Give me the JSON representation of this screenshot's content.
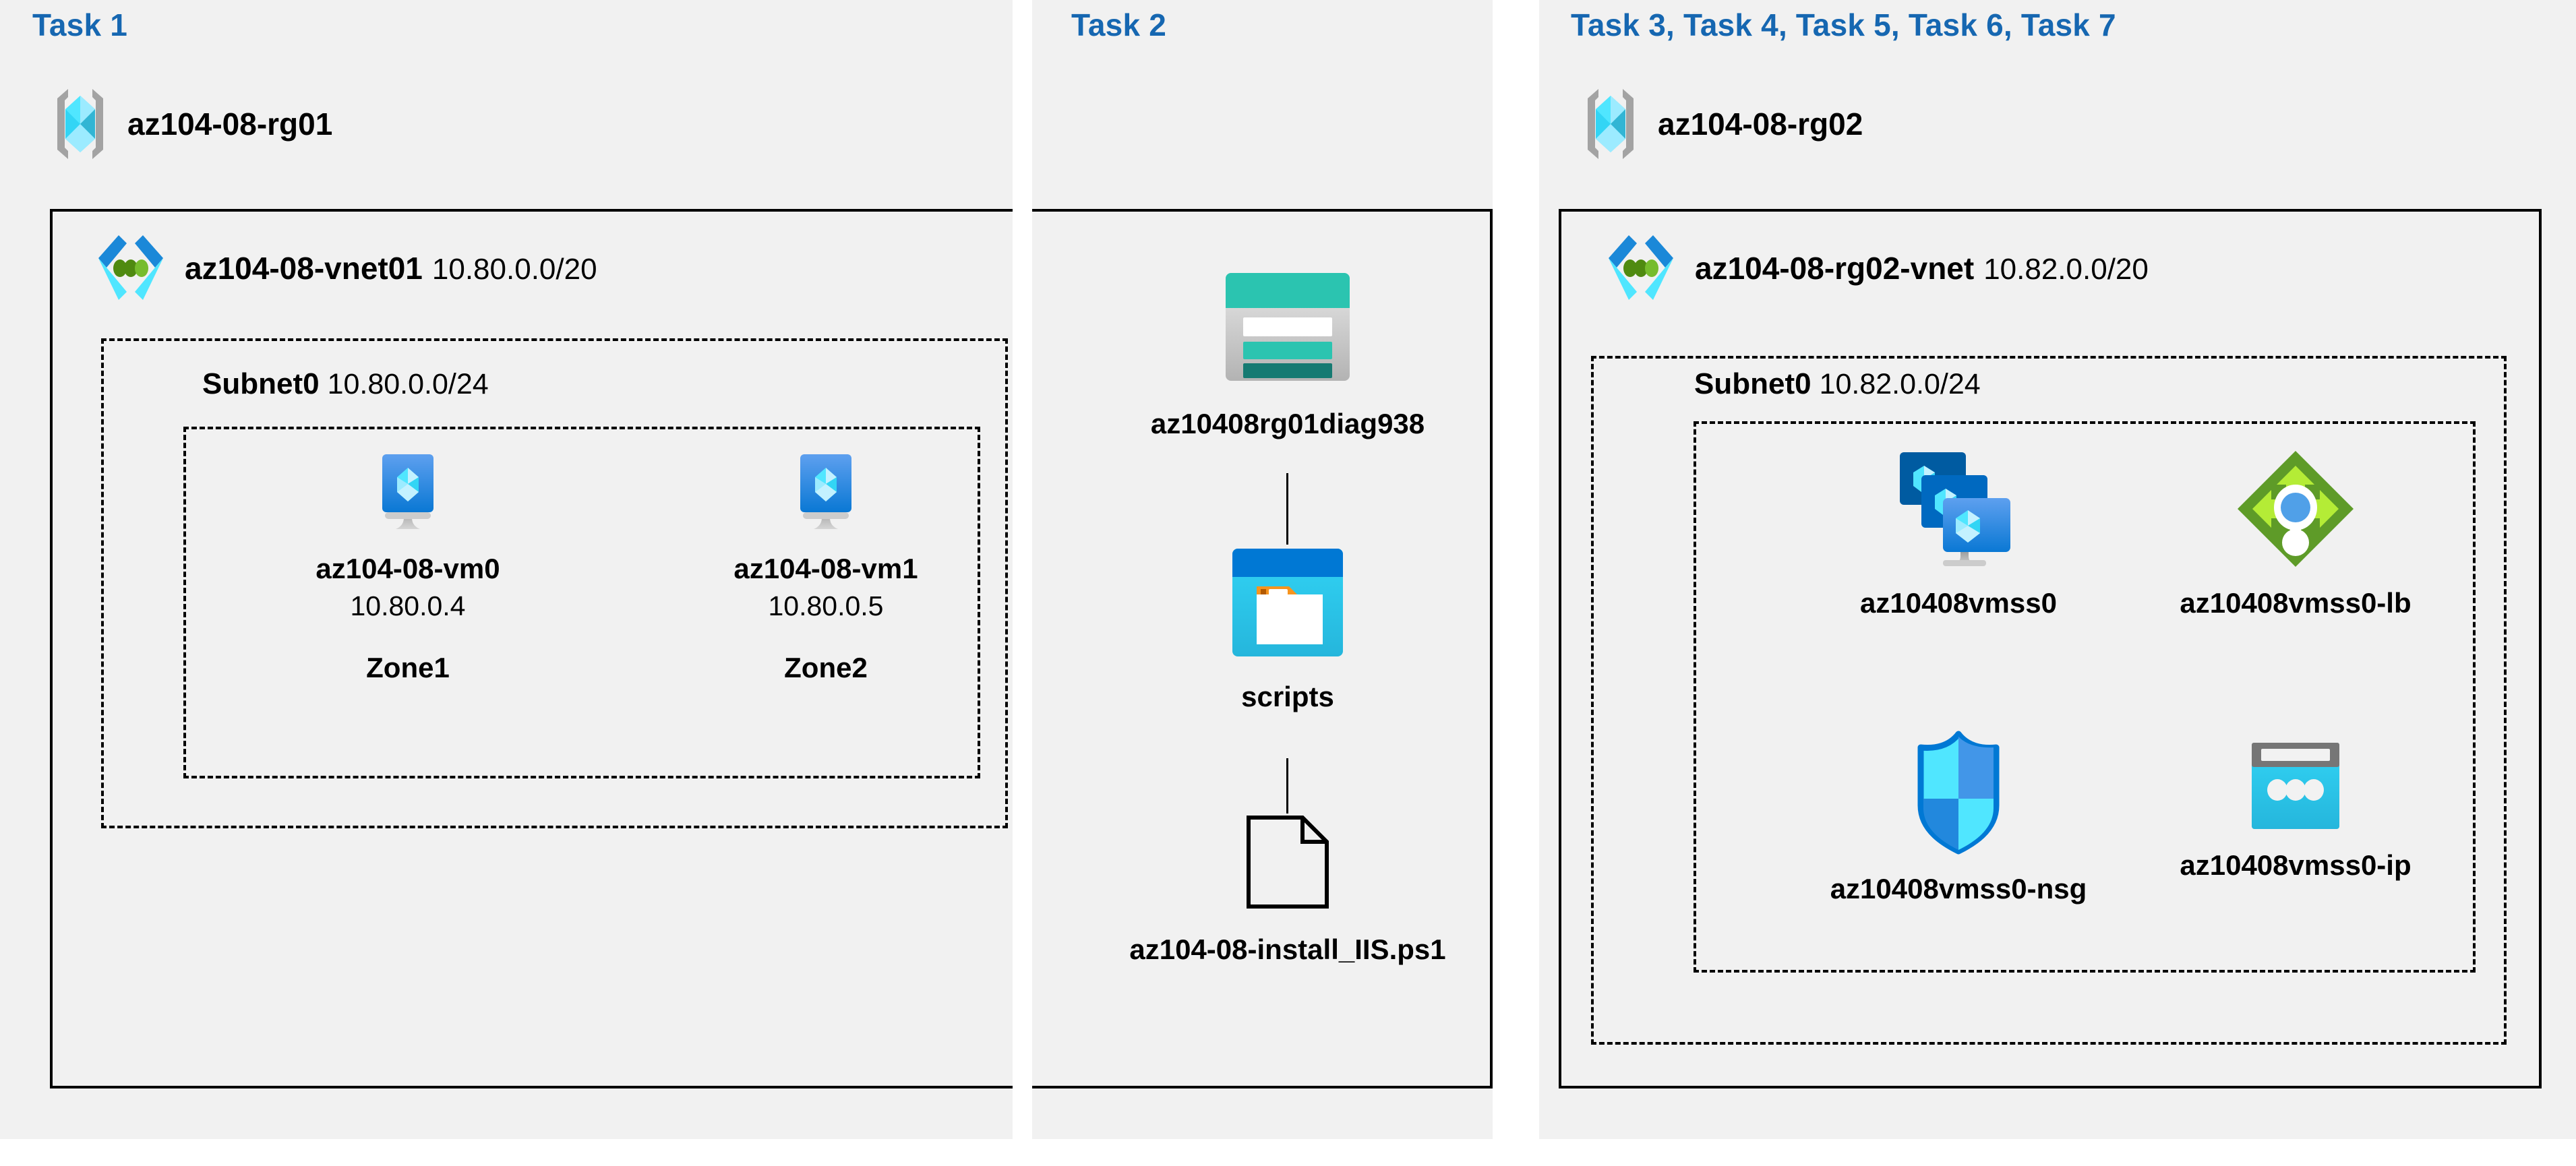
{
  "panels": [
    {
      "task_title": "Task 1"
    },
    {
      "task_title": "Task 2"
    },
    {
      "task_title": "Task 3, Task 4, Task 5, Task 6, Task 7"
    }
  ],
  "colors": {
    "task_title": "#1667b1",
    "panel_bg": "#f1f1f1",
    "border": "#000000",
    "azure_blue": "#0078d4",
    "azure_cyan": "#50e6ff",
    "storage_teal": "#2bc4b0",
    "lb_green": "#5e9b28",
    "vnet_green": "#4f8a10"
  },
  "task1": {
    "resource_group": {
      "name": "az104-08-rg01",
      "icon": "resource-group-icon"
    },
    "vnet": {
      "name": "az104-08-vnet01",
      "cidr": "10.80.0.0/20",
      "icon": "virtual-network-icon"
    },
    "subnet": {
      "name": "Subnet0",
      "cidr": "10.80.0.0/24"
    },
    "vms": [
      {
        "icon": "virtual-machine-icon",
        "name": "az104-08-vm0",
        "ip": "10.80.0.4",
        "zone": "Zone1"
      },
      {
        "icon": "virtual-machine-icon",
        "name": "az104-08-vm1",
        "ip": "10.80.0.5",
        "zone": "Zone2"
      }
    ]
  },
  "task2": {
    "storage_account": {
      "icon": "storage-account-icon",
      "name": "az10408rg01diag938"
    },
    "container": {
      "icon": "blob-container-icon",
      "name": "scripts"
    },
    "file": {
      "icon": "file-icon",
      "name": "az104-08-install_IIS.ps1"
    }
  },
  "task3to7": {
    "resource_group": {
      "name": "az104-08-rg02",
      "icon": "resource-group-icon"
    },
    "vnet": {
      "name": "az104-08-rg02-vnet",
      "cidr": "10.82.0.0/20",
      "icon": "virtual-network-icon"
    },
    "subnet": {
      "name": "Subnet0",
      "cidr": "10.82.0.0/24"
    },
    "resources": [
      {
        "icon": "vm-scale-set-icon",
        "name": "az10408vmss0"
      },
      {
        "icon": "load-balancer-icon",
        "name": "az10408vmss0-lb"
      },
      {
        "icon": "network-security-group-icon",
        "name": "az10408vmss0-nsg"
      },
      {
        "icon": "public-ip-address-icon",
        "name": "az10408vmss0-ip"
      }
    ]
  }
}
